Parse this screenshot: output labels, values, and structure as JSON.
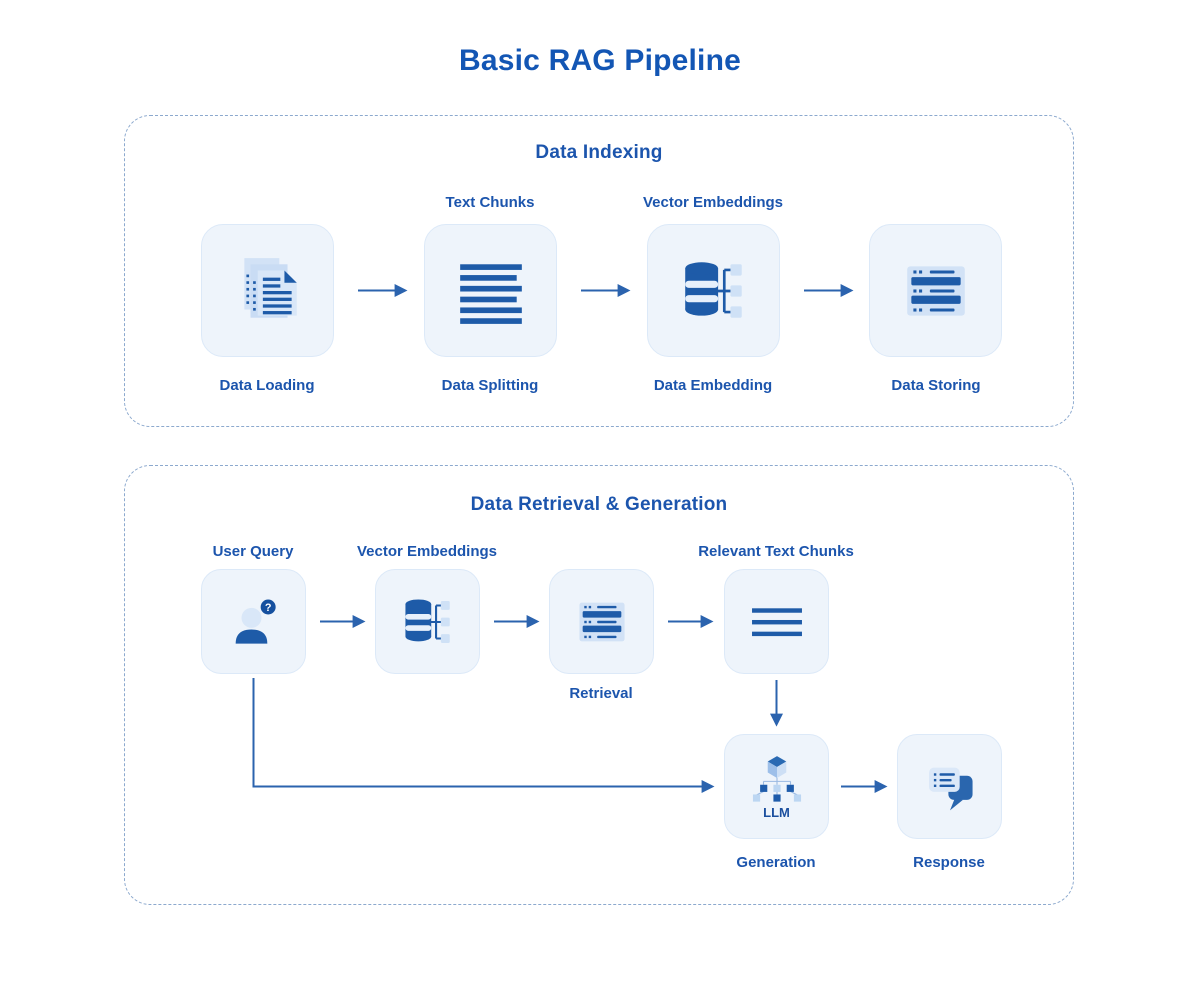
{
  "page_title": "Basic RAG Pipeline",
  "colors": {
    "title_blue": "#1356b4",
    "heading_blue": "#1c55ad",
    "icon_dark_blue": "#1e5ba8",
    "icon_light_blue": "#d2e2f6",
    "node_background": "#eef4fb",
    "node_border": "#dce9f8",
    "section_dashed_border": "#8ca9ce",
    "arrow_blue": "#2b63ae"
  },
  "indexing": {
    "heading": "Data Indexing",
    "nodes": [
      {
        "id": "data-loading",
        "icon": "documents-icon",
        "top_label": "",
        "label": "Data Loading"
      },
      {
        "id": "data-splitting",
        "icon": "text-lines-icon",
        "top_label": "Text Chunks",
        "label": "Data Splitting"
      },
      {
        "id": "data-embedding",
        "icon": "vector-database-icon",
        "top_label": "Vector Embeddings",
        "label": "Data Embedding"
      },
      {
        "id": "data-storing",
        "icon": "server-icon",
        "top_label": "",
        "label": "Data Storing"
      }
    ]
  },
  "retrieval": {
    "heading": "Data Retrieval & Generation",
    "nodes": [
      {
        "id": "user-query",
        "icon": "user-question-icon",
        "top_label": "User Query"
      },
      {
        "id": "vector-embeddings",
        "icon": "vector-database-icon",
        "top_label": "Vector Embeddings"
      },
      {
        "id": "retrieval",
        "icon": "server-icon",
        "bottom_label": "Retrieval"
      },
      {
        "id": "relevant-text-chunks",
        "icon": "text-chunks-icon",
        "top_label": "Relevant Text Chunks"
      },
      {
        "id": "llm",
        "icon": "llm-cubes-icon",
        "inner_label": "LLM",
        "bottom_label": "Generation"
      },
      {
        "id": "response",
        "icon": "chat-response-icon",
        "bottom_label": "Response"
      }
    ]
  }
}
